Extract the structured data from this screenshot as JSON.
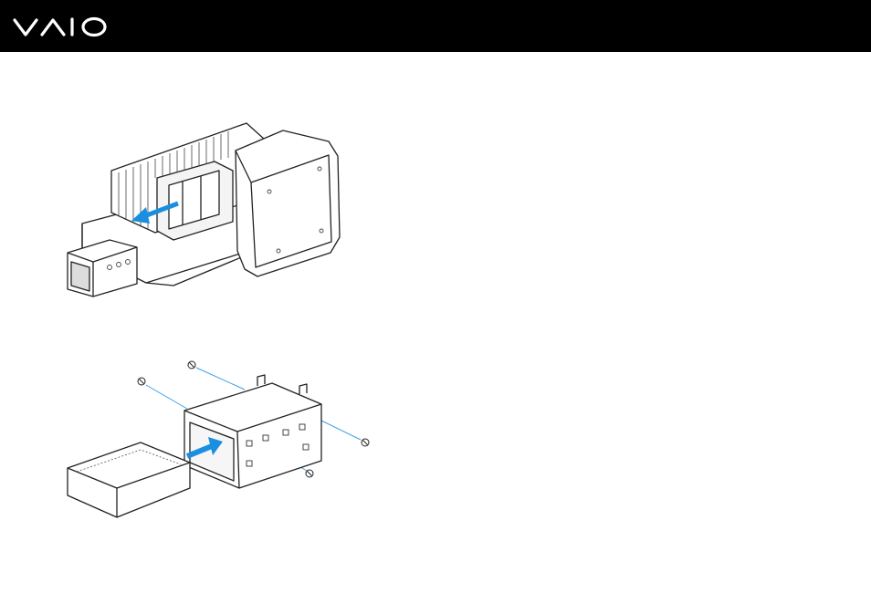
{
  "header": {
    "logo": "VAIO",
    "background": "#000000",
    "logo_color": "#ffffff"
  },
  "illustrations": [
    {
      "id": "fig-remove",
      "icon": "drive-bay-removal-illustration"
    },
    {
      "id": "fig-mount",
      "icon": "drive-mounting-illustration"
    }
  ],
  "colors": {
    "line": "#222222",
    "arrow": "#1a8fe0",
    "guide": "#3aa0e6"
  }
}
